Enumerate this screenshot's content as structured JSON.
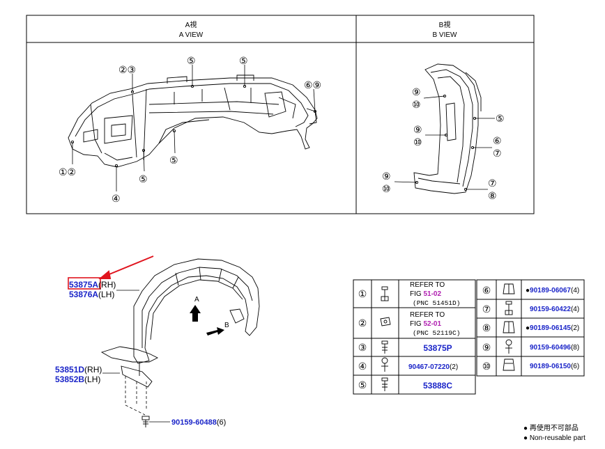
{
  "views": {
    "a_title_jp": "A視",
    "a_title_en": "A VIEW",
    "b_title_jp": "B視",
    "b_title_en": "B VIEW"
  },
  "a_view_callouts": [
    "②③",
    "⑤",
    "⑤",
    "⑥⑨",
    "①②",
    "④",
    "⑤",
    "⑤"
  ],
  "b_view_callouts": [
    "⑨",
    "⑩",
    "⑤",
    "⑨",
    "⑩",
    "⑥",
    "⑦",
    "⑨",
    "⑩",
    "⑦",
    "⑧"
  ],
  "main_part": {
    "pn1": "53875A",
    "suffix1": "(RH)",
    "pn2": "53876A",
    "suffix2": "(LH)",
    "pn3": "53851D",
    "suffix3": "(RH)",
    "pn4": "53852B",
    "suffix4": "(LH)",
    "pn5": "90159-60488",
    "suffix5": "(6)",
    "arrow_a": "A",
    "arrow_b": "B"
  },
  "table": {
    "r1": {
      "num": "①",
      "line1": "REFER TO",
      "line2_prefix": "FIG ",
      "line2_link": "51-02",
      "line3": "(PNC 51451D)"
    },
    "r2": {
      "num": "②",
      "line1": "REFER TO",
      "line2_prefix": "FIG ",
      "line2_link": "52-01",
      "line3": "(PNC 52119C)"
    },
    "r3": {
      "num": "③",
      "pn": "53875P"
    },
    "r4": {
      "num": "④",
      "pn": "90467-07220",
      "qty": "(2)"
    },
    "r5": {
      "num": "⑤",
      "pn": "53888C"
    },
    "r6": {
      "num": "⑥",
      "dot": "●",
      "pn": "90189-06067",
      "qty": "(4)"
    },
    "r7": {
      "num": "⑦",
      "pn": "90159-60422",
      "qty": "(4)"
    },
    "r8": {
      "num": "⑧",
      "dot": "●",
      "pn": "90189-06145",
      "qty": "(2)"
    },
    "r9": {
      "num": "⑨",
      "pn": "90159-60496",
      "qty": "(8)"
    },
    "r10": {
      "num": "⑩",
      "pn": "90189-06150",
      "qty": "(6)"
    }
  },
  "legend": {
    "line1": "● 再使用不可部品",
    "line2": "● Non-reusable part"
  },
  "colors": {
    "link_blue": "#1a24c8",
    "fig_magenta": "#b01fb0",
    "highlight_red": "#e0141e"
  }
}
